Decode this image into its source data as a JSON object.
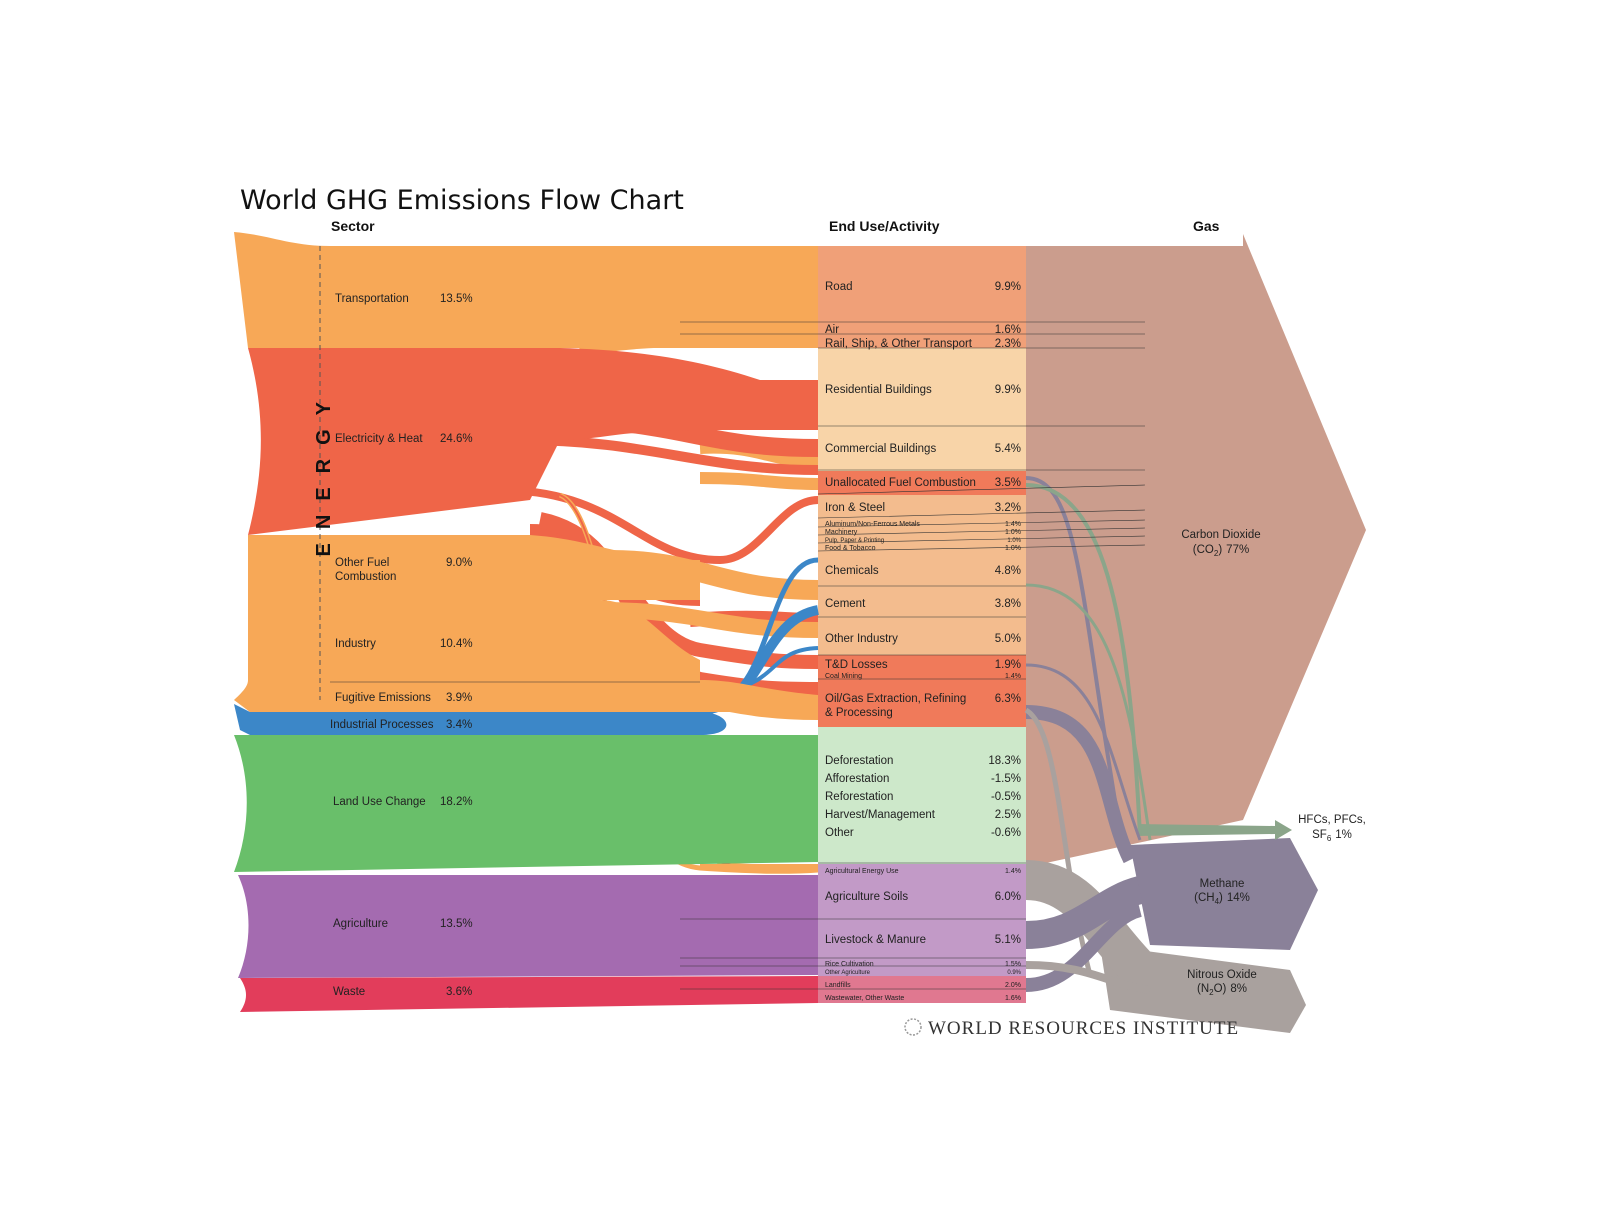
{
  "title": "World GHG Emissions Flow Chart",
  "headers": {
    "sector": "Sector",
    "end_use": "End Use/Activity",
    "gas": "Gas"
  },
  "energy_label": "ENERGY",
  "sectors": [
    {
      "name": "Transportation",
      "pct": "13.5%",
      "color": "#F7A857"
    },
    {
      "name": "Electricity & Heat",
      "pct": "24.6%",
      "color": "#EF6548"
    },
    {
      "name": "Other Fuel",
      "name2": "Combustion",
      "pct": "9.0%",
      "color": "#F7A857"
    },
    {
      "name": "Industry",
      "pct": "10.4%",
      "color": "#F7A857"
    },
    {
      "name": "Fugitive Emissions",
      "pct": "3.9%",
      "color": "#F7A857"
    },
    {
      "name": "Industrial Processes",
      "pct": "3.4%",
      "color": "#3C87C8"
    },
    {
      "name": "Land Use Change",
      "pct": "18.2%",
      "color": "#69BF6A"
    },
    {
      "name": "Agriculture",
      "pct": "13.5%",
      "color": "#A46BB0"
    },
    {
      "name": "Waste",
      "pct": "3.6%",
      "color": "#E23D5B"
    }
  ],
  "end_uses": [
    {
      "name": "Road",
      "pct": "9.9%"
    },
    {
      "name": "Air",
      "pct": "1.6%"
    },
    {
      "name": "Rail, Ship, & Other Transport",
      "pct": "2.3%"
    },
    {
      "name": "Residential Buildings",
      "pct": "9.9%"
    },
    {
      "name": "Commercial Buildings",
      "pct": "5.4%"
    },
    {
      "name": "Unallocated Fuel Combustion",
      "pct": "3.5%"
    },
    {
      "name": "Iron & Steel",
      "pct": "3.2%"
    },
    {
      "name": "Aluminum/Non-Ferrous Metals",
      "pct": "1.4%"
    },
    {
      "name": "Machinery",
      "pct": "1.0%"
    },
    {
      "name": "Pulp, Paper & Printing",
      "pct": "1.0%"
    },
    {
      "name": "Food & Tobacco",
      "pct": "1.0%"
    },
    {
      "name": "Chemicals",
      "pct": "4.8%"
    },
    {
      "name": "Cement",
      "pct": "3.8%"
    },
    {
      "name": "Other Industry",
      "pct": "5.0%"
    },
    {
      "name": "T&D Losses",
      "pct": "1.9%"
    },
    {
      "name": "Coal Mining",
      "pct": "1.4%"
    },
    {
      "name": "Oil/Gas Extraction, Refining",
      "name2": "& Processing",
      "pct": "6.3%"
    },
    {
      "name": "Deforestation",
      "pct": "18.3%"
    },
    {
      "name": "Afforestation",
      "pct": "-1.5%"
    },
    {
      "name": "Reforestation",
      "pct": "-0.5%"
    },
    {
      "name": "Harvest/Management",
      "pct": "2.5%"
    },
    {
      "name": "Other",
      "pct": "-0.6%"
    },
    {
      "name": "Agricultural Energy Use",
      "pct": "1.4%"
    },
    {
      "name": "Agriculture Soils",
      "pct": "6.0%"
    },
    {
      "name": "Livestock & Manure",
      "pct": "5.1%"
    },
    {
      "name": "Rice Cultivation",
      "pct": "1.5%"
    },
    {
      "name": "Other Agriculture",
      "pct": "0.9%"
    },
    {
      "name": "Landfills",
      "pct": "2.0%"
    },
    {
      "name": "Wastewater, Other Waste",
      "pct": "1.6%"
    }
  ],
  "gases": [
    {
      "name": "Carbon Dioxide",
      "formula": "(CO",
      "sub": "2",
      "close": ")",
      "pct": "77%",
      "color": "#CB9D8D"
    },
    {
      "name": "HFCs, PFCs,",
      "formula": "SF",
      "sub": "6",
      "close": "",
      "pct": "1%",
      "color": "#8BA58A"
    },
    {
      "name": "Methane",
      "formula": "(CH",
      "sub": "4",
      "close": ")",
      "pct": "14%",
      "color": "#8A8199"
    },
    {
      "name": "Nitrous Oxide",
      "formula": "(N",
      "sub": "2",
      "close": "O)",
      "pct": "8%",
      "color": "#A9A19E"
    }
  ],
  "footer": "WORLD RESOURCES INSTITUTE"
}
